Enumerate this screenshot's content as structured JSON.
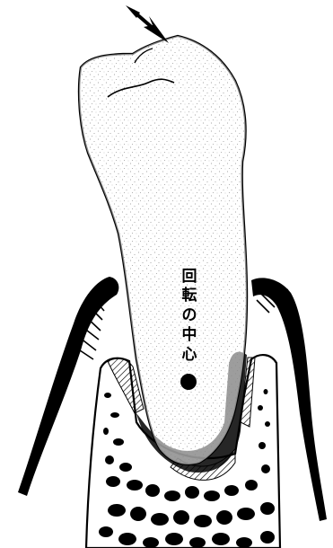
{
  "figure": {
    "label_text": "回転の中心",
    "label_chars": [
      "回",
      "転",
      "の",
      "中",
      "心"
    ],
    "colors": {
      "ink": "#000000",
      "tooth_fill": "#ffffff",
      "background": "#ffffff"
    }
  }
}
